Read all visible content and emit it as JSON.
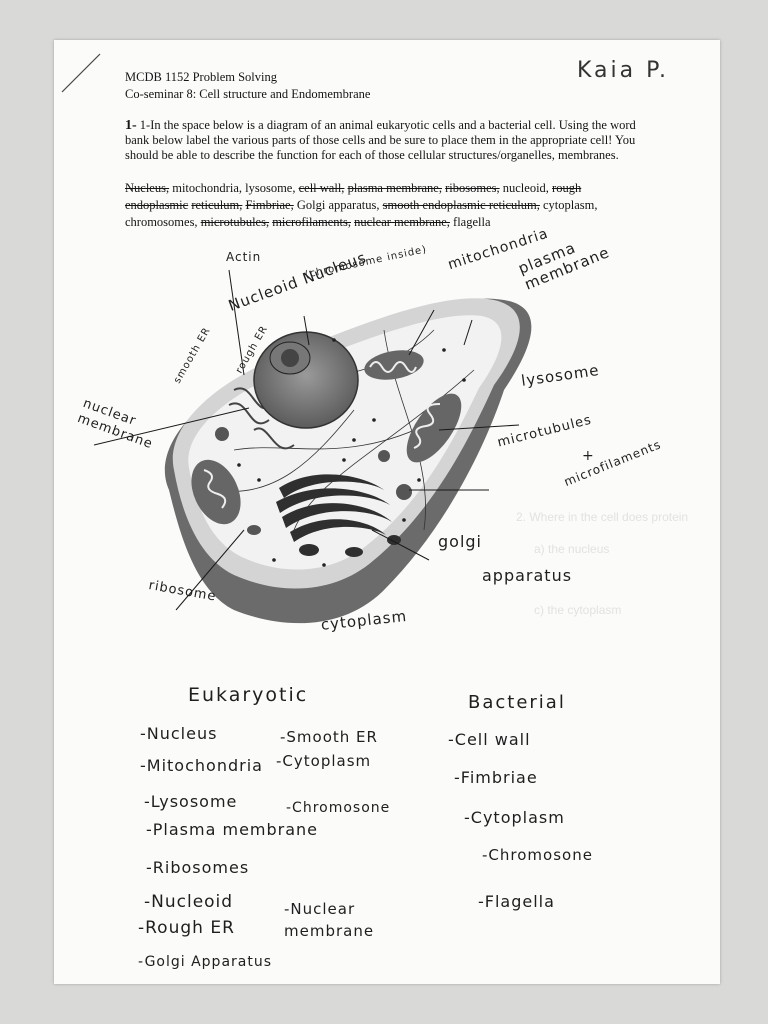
{
  "header": {
    "course": "MCDB 1152 Problem Solving",
    "seminar": "Co-seminar 8: Cell structure and Endomembrane",
    "student_name": "Kaia P."
  },
  "question1": {
    "number": "1-",
    "text": "1-In the space below is a diagram of an animal eukaryotic cells and a bacterial cell. Using the word bank below label the various parts of those cells and be sure to place them in the appropriate cell! You should be able to describe the function for each of those cellular structures/organelles, membranes."
  },
  "word_bank": [
    "Nucleus,",
    "mitochondria,",
    "lysosome,",
    "cell wall,",
    "plasma membrane,",
    "ribosomes,",
    "nucleoid,",
    "rough endoplasmic",
    "reticulum,",
    "Fimbriae,",
    "Golgi apparatus,",
    "smooth endoplasmic reticulum,",
    "cytoplasm,",
    "chromosomes,",
    "microtubules,",
    "microfilaments,",
    "nuclear membrane,",
    "flagella"
  ],
  "diagram_labels": {
    "actin": "Actin",
    "nucleoid_nucleus": "Nucleoid Nucleus",
    "chromosome_inside": "(chromosome inside)",
    "mitochondria": "mitochondria",
    "plasma_membrane": "plasma membrane",
    "smooth_er": "smooth ER",
    "rough_er": "rough ER",
    "nuclear_membrane": "nuclear membrane",
    "lysosome": "lysosome",
    "microtubules": "microtubules",
    "plus": "+",
    "microfilaments": "microfilaments",
    "golgi": "golgi",
    "apparatus": "apparatus",
    "ribosome": "ribosome",
    "cytoplasm": "cytoplasm"
  },
  "lists": {
    "eukaryotic_title": "Eukaryotic",
    "bacterial_title": "Bacterial",
    "eukaryotic_col1": [
      "-Nucleus",
      "-Mitochondria",
      "-Lysosome",
      "-Plasma membrane",
      "-Ribosomes",
      "-Nucleoid",
      "-Rough ER",
      "-Golgi Apparatus"
    ],
    "eukaryotic_col2": [
      "-Smooth ER",
      "-Cytoplasm",
      "-Chromosone",
      "-Nuclear membrane"
    ],
    "bacterial": [
      "-Cell wall",
      "-Fimbriae",
      "-Cytoplasm",
      "-Chromosone",
      "-Flagella"
    ]
  },
  "bleed_through": {
    "q2": "2. Where in the cell does protein",
    "a": "a) the nucleus",
    "c": "c) the cytoplasm"
  }
}
